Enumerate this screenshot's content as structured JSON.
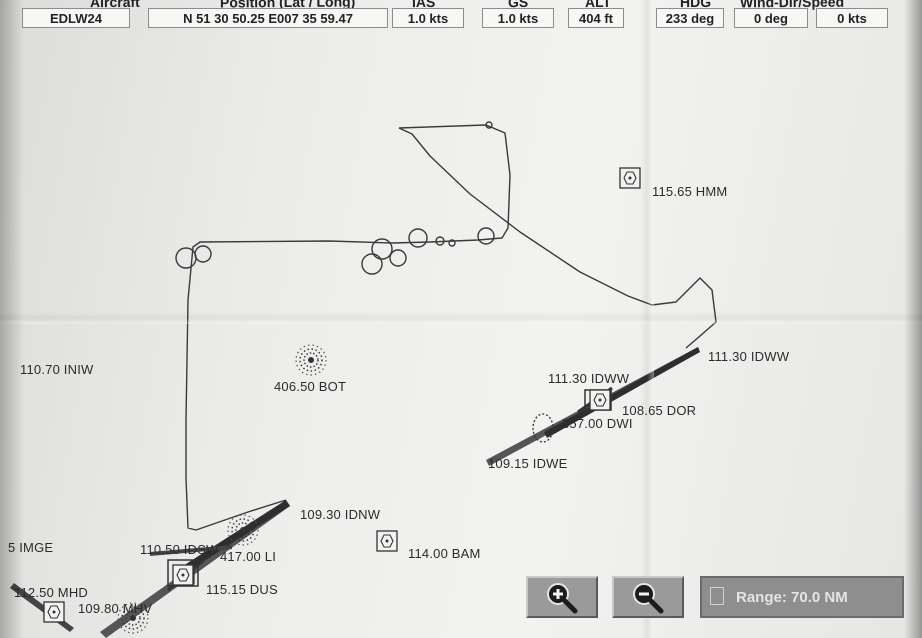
{
  "header": {
    "col1_label": "Aircraft",
    "col2_label": "Position (Lat / Long)",
    "cols": [
      {
        "label": "IAS",
        "value": "1.0 kts"
      },
      {
        "label": "GS",
        "value": "1.0 kts"
      },
      {
        "label": "ALT",
        "value": "404 ft"
      },
      {
        "label": "HDG",
        "value": "233 deg"
      },
      {
        "label": "Wind-Dir/Speed",
        "value_dir": "0 deg",
        "value_speed": "0 kts"
      }
    ],
    "airport": "EDLW24",
    "position": "N 51 30 50.25  E007 35 59.47"
  },
  "navaids": [
    {
      "id": "hmm",
      "text": "115.65 HMM",
      "icon": "vor-icon"
    },
    {
      "id": "idww_r",
      "text": "111.30 IDWW",
      "icon": "ils-localizer"
    },
    {
      "id": "idww",
      "text": "111.30 IDWW",
      "icon": "ils-localizer"
    },
    {
      "id": "dor",
      "text": "108.65 DOR",
      "icon": "vor-icon"
    },
    {
      "id": "dwi",
      "text": "357.00 DWI",
      "icon": "ndb-icon"
    },
    {
      "id": "idwe",
      "text": "109.15 IDWE",
      "icon": "ils-localizer"
    },
    {
      "id": "iniw",
      "text": "110.70 INIW",
      "icon": "ils-localizer"
    },
    {
      "id": "bot",
      "text": "406.50 BOT",
      "icon": "ndb-icon"
    },
    {
      "id": "idnw",
      "text": "109.30 IDNW",
      "icon": "ils-localizer"
    },
    {
      "id": "imge",
      "text": "5 IMGE",
      "icon": "ils-localizer"
    },
    {
      "id": "idsw",
      "text": "110.50 IDSW",
      "icon": "ils-localizer"
    },
    {
      "id": "li",
      "text": "417.00 LI",
      "icon": "ndb-icon"
    },
    {
      "id": "bam",
      "text": "114.00 BAM",
      "icon": "vor-icon"
    },
    {
      "id": "dus",
      "text": "115.15 DUS",
      "icon": "vor-icon"
    },
    {
      "id": "mhd",
      "text": "112.50 MHD",
      "icon": "ils-localizer"
    },
    {
      "id": "mhv",
      "text": "109.80 MHV",
      "icon": "ils-localizer"
    }
  ],
  "controls": {
    "zoom_in_icon": "zoom-in-icon",
    "zoom_out_icon": "zoom-out-icon",
    "range_label": "Range: 70.0 NM"
  }
}
